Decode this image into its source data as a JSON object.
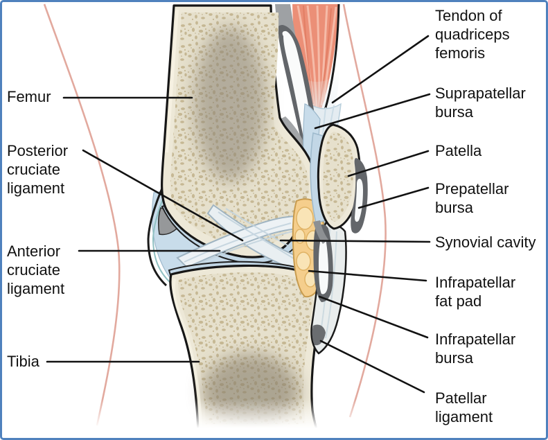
{
  "diagram": {
    "subject": "Sagittal section of the knee joint",
    "labels_left": {
      "femur": "Femur",
      "posterior_cruciate_ligament": "Posterior\ncruciate\nligament",
      "anterior_cruciate_ligament": "Anterior\ncruciate\nligament",
      "tibia": "Tibia"
    },
    "labels_right": {
      "tendon_of_quadriceps_femoris": "Tendon of\nquadriceps\nfemoris",
      "suprapatellar_bursa": "Suprapatellar\nbursa",
      "patella": "Patella",
      "prepatellar_bursa": "Prepatellar\nbursa",
      "synovial_cavity": "Synovial cavity",
      "infrapatellar_fat_pad": "Infrapatellar\nfat pad",
      "infrapatellar_bursa": "Infrapatellar\nbursa",
      "patellar_ligament": "Patellar\nligament"
    },
    "colors": {
      "border": "#4F81BD",
      "background": "#FFFFFF",
      "label_text": "#111111",
      "leader_line": "#121212",
      "bone_cortex": "#EDE8D7",
      "bone_spongy_dots": "#C6B894",
      "bone_marrow_shadow": "#8B8375",
      "muscle": "#EB8F77",
      "tendon": "#E4ECF1",
      "synovial_fluid": "#C8DCEA",
      "cartilage": "#C2D7E6",
      "bursa_wall": "#63666A",
      "bursa_cavity": "#FAFBFB",
      "fat_pad": "#F5CE8C",
      "fat_pad_lobule": "#F9E4B6",
      "ligament": "#E9EDED",
      "skin_outline": "#DFA093"
    }
  }
}
